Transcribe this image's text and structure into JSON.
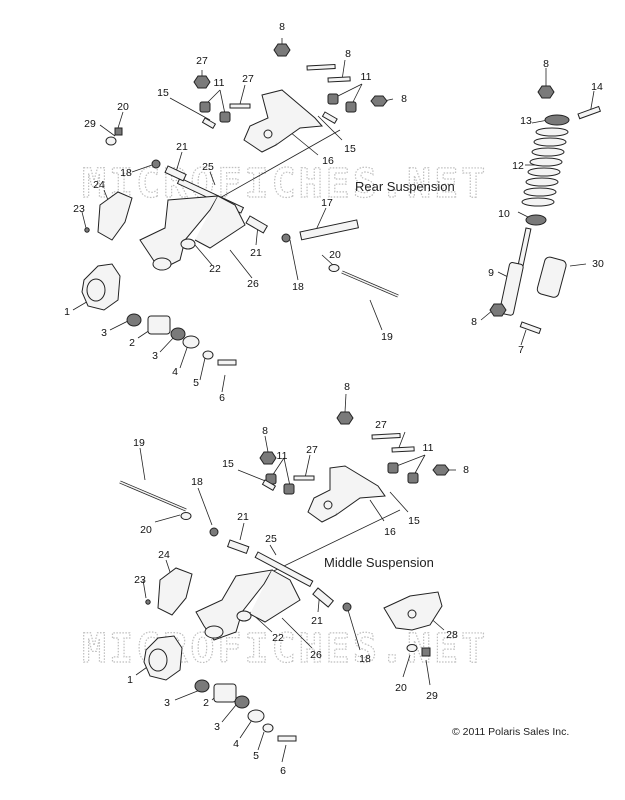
{
  "watermark": "MICROFICHES.NET",
  "sections": {
    "rear": "Rear Suspension",
    "middle": "Middle Suspension"
  },
  "copyright": "© 2011 Polaris Sales Inc.",
  "callouts": [
    {
      "id": "r8a",
      "n": "8"
    },
    {
      "id": "r27a",
      "n": "27"
    },
    {
      "id": "r8b",
      "n": "8"
    },
    {
      "id": "r11a",
      "n": "11"
    },
    {
      "id": "r27b",
      "n": "27"
    },
    {
      "id": "r11b",
      "n": "11"
    },
    {
      "id": "r8c",
      "n": "8"
    },
    {
      "id": "r15a",
      "n": "15"
    },
    {
      "id": "r20a",
      "n": "20"
    },
    {
      "id": "r29a",
      "n": "29"
    },
    {
      "id": "r15b",
      "n": "15"
    },
    {
      "id": "r16a",
      "n": "16"
    },
    {
      "id": "r21a",
      "n": "21"
    },
    {
      "id": "r25a",
      "n": "25"
    },
    {
      "id": "r18a",
      "n": "18"
    },
    {
      "id": "r24a",
      "n": "24"
    },
    {
      "id": "r23a",
      "n": "23"
    },
    {
      "id": "r17a",
      "n": "17"
    },
    {
      "id": "r21b",
      "n": "21"
    },
    {
      "id": "r20b",
      "n": "20"
    },
    {
      "id": "r22a",
      "n": "22"
    },
    {
      "id": "r18b",
      "n": "18"
    },
    {
      "id": "r26a",
      "n": "26"
    },
    {
      "id": "r19a",
      "n": "19"
    },
    {
      "id": "r1a",
      "n": "1"
    },
    {
      "id": "r3a",
      "n": "3"
    },
    {
      "id": "r2a",
      "n": "2"
    },
    {
      "id": "r3b",
      "n": "3"
    },
    {
      "id": "r4a",
      "n": "4"
    },
    {
      "id": "r5a",
      "n": "5"
    },
    {
      "id": "r6a",
      "n": "6"
    },
    {
      "id": "s8a",
      "n": "8"
    },
    {
      "id": "s14a",
      "n": "14"
    },
    {
      "id": "s13a",
      "n": "13"
    },
    {
      "id": "s12a",
      "n": "12"
    },
    {
      "id": "s10a",
      "n": "10"
    },
    {
      "id": "s9a",
      "n": "9"
    },
    {
      "id": "s30a",
      "n": "30"
    },
    {
      "id": "s8b",
      "n": "8"
    },
    {
      "id": "s7a",
      "n": "7"
    },
    {
      "id": "m8a",
      "n": "8"
    },
    {
      "id": "m27a",
      "n": "27"
    },
    {
      "id": "m8b",
      "n": "8"
    },
    {
      "id": "m11a",
      "n": "11"
    },
    {
      "id": "m27b",
      "n": "27"
    },
    {
      "id": "m11b",
      "n": "11"
    },
    {
      "id": "m8c",
      "n": "8"
    },
    {
      "id": "m15a",
      "n": "15"
    },
    {
      "id": "m19a",
      "n": "19"
    },
    {
      "id": "m18a",
      "n": "18"
    },
    {
      "id": "m21a",
      "n": "21"
    },
    {
      "id": "m16a",
      "n": "16"
    },
    {
      "id": "m15b",
      "n": "15"
    },
    {
      "id": "m25a",
      "n": "25"
    },
    {
      "id": "m20a",
      "n": "20"
    },
    {
      "id": "m24a",
      "n": "24"
    },
    {
      "id": "m23a",
      "n": "23"
    },
    {
      "id": "m21b",
      "n": "21"
    },
    {
      "id": "m28a",
      "n": "28"
    },
    {
      "id": "m22a",
      "n": "22"
    },
    {
      "id": "m18b",
      "n": "18"
    },
    {
      "id": "m26a",
      "n": "26"
    },
    {
      "id": "m1a",
      "n": "1"
    },
    {
      "id": "m20b",
      "n": "20"
    },
    {
      "id": "m29a",
      "n": "29"
    },
    {
      "id": "m3a",
      "n": "3"
    },
    {
      "id": "m2a",
      "n": "2"
    },
    {
      "id": "m3b",
      "n": "3"
    },
    {
      "id": "m4a",
      "n": "4"
    },
    {
      "id": "m5a",
      "n": "5"
    },
    {
      "id": "m6a",
      "n": "6"
    }
  ]
}
